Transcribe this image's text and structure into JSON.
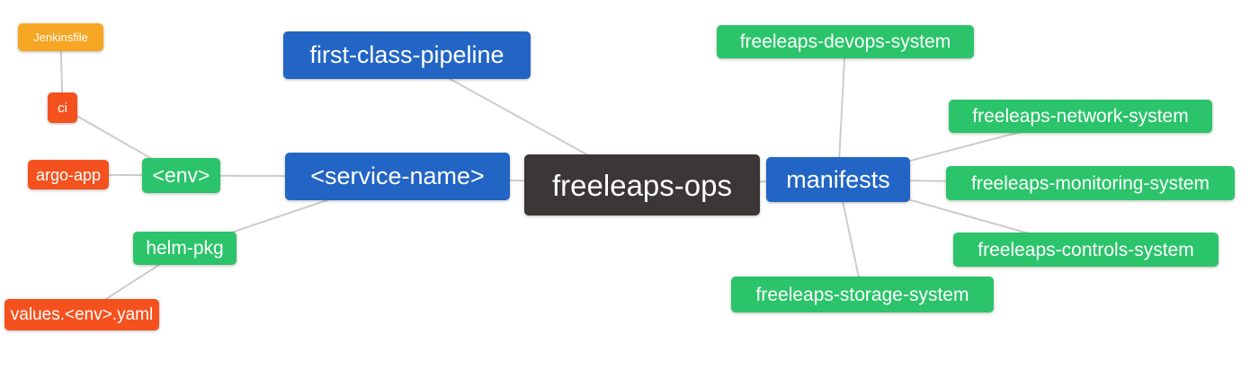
{
  "diagram": {
    "type": "mindmap",
    "root_label": "freeleaps-ops",
    "edge_color": "#cccccc",
    "background_color": "#ffffff",
    "text_color": "#ffffff",
    "palette": {
      "blue": "#2265c4",
      "green": "#2bc46a",
      "dark": "#3b3737",
      "orange": "#f6a623",
      "red": "#f4511e"
    },
    "nodes": [
      {
        "id": "freeleaps-ops",
        "label": "freeleaps-ops",
        "color": "#3b3737"
      },
      {
        "id": "first-class-pipeline",
        "label": "first-class-pipeline",
        "color": "#2265c4"
      },
      {
        "id": "service-name",
        "label": "<service-name>",
        "color": "#2265c4"
      },
      {
        "id": "manifests",
        "label": "manifests",
        "color": "#2265c4"
      },
      {
        "id": "env",
        "label": "<env>",
        "color": "#2bc46a"
      },
      {
        "id": "helm-pkg",
        "label": "helm-pkg",
        "color": "#2bc46a"
      },
      {
        "id": "ci",
        "label": "ci",
        "color": "#f4511e"
      },
      {
        "id": "argo-app",
        "label": "argo-app",
        "color": "#f4511e"
      },
      {
        "id": "jenkinsfile",
        "label": "Jenkinsfile",
        "color": "#f6a623"
      },
      {
        "id": "values-env-yaml",
        "label": "values.<env>.yaml",
        "color": "#f4511e"
      },
      {
        "id": "devops-system",
        "label": "freeleaps-devops-system",
        "color": "#2bc46a"
      },
      {
        "id": "network-system",
        "label": "freeleaps-network-system",
        "color": "#2bc46a"
      },
      {
        "id": "monitoring-system",
        "label": "freeleaps-monitoring-system",
        "color": "#2bc46a"
      },
      {
        "id": "controls-system",
        "label": "freeleaps-controls-system",
        "color": "#2bc46a"
      },
      {
        "id": "storage-system",
        "label": "freeleaps-storage-system",
        "color": "#2bc46a"
      }
    ],
    "edges": [
      {
        "from": "jenkinsfile",
        "to": "ci"
      },
      {
        "from": "ci",
        "to": "env"
      },
      {
        "from": "argo-app",
        "to": "env"
      },
      {
        "from": "env",
        "to": "service-name"
      },
      {
        "from": "helm-pkg",
        "to": "service-name"
      },
      {
        "from": "values-env-yaml",
        "to": "helm-pkg"
      },
      {
        "from": "first-class-pipeline",
        "to": "freeleaps-ops"
      },
      {
        "from": "service-name",
        "to": "freeleaps-ops"
      },
      {
        "from": "freeleaps-ops",
        "to": "manifests"
      },
      {
        "from": "manifests",
        "to": "devops-system"
      },
      {
        "from": "manifests",
        "to": "network-system"
      },
      {
        "from": "manifests",
        "to": "monitoring-system"
      },
      {
        "from": "manifests",
        "to": "controls-system"
      },
      {
        "from": "manifests",
        "to": "storage-system"
      }
    ]
  }
}
